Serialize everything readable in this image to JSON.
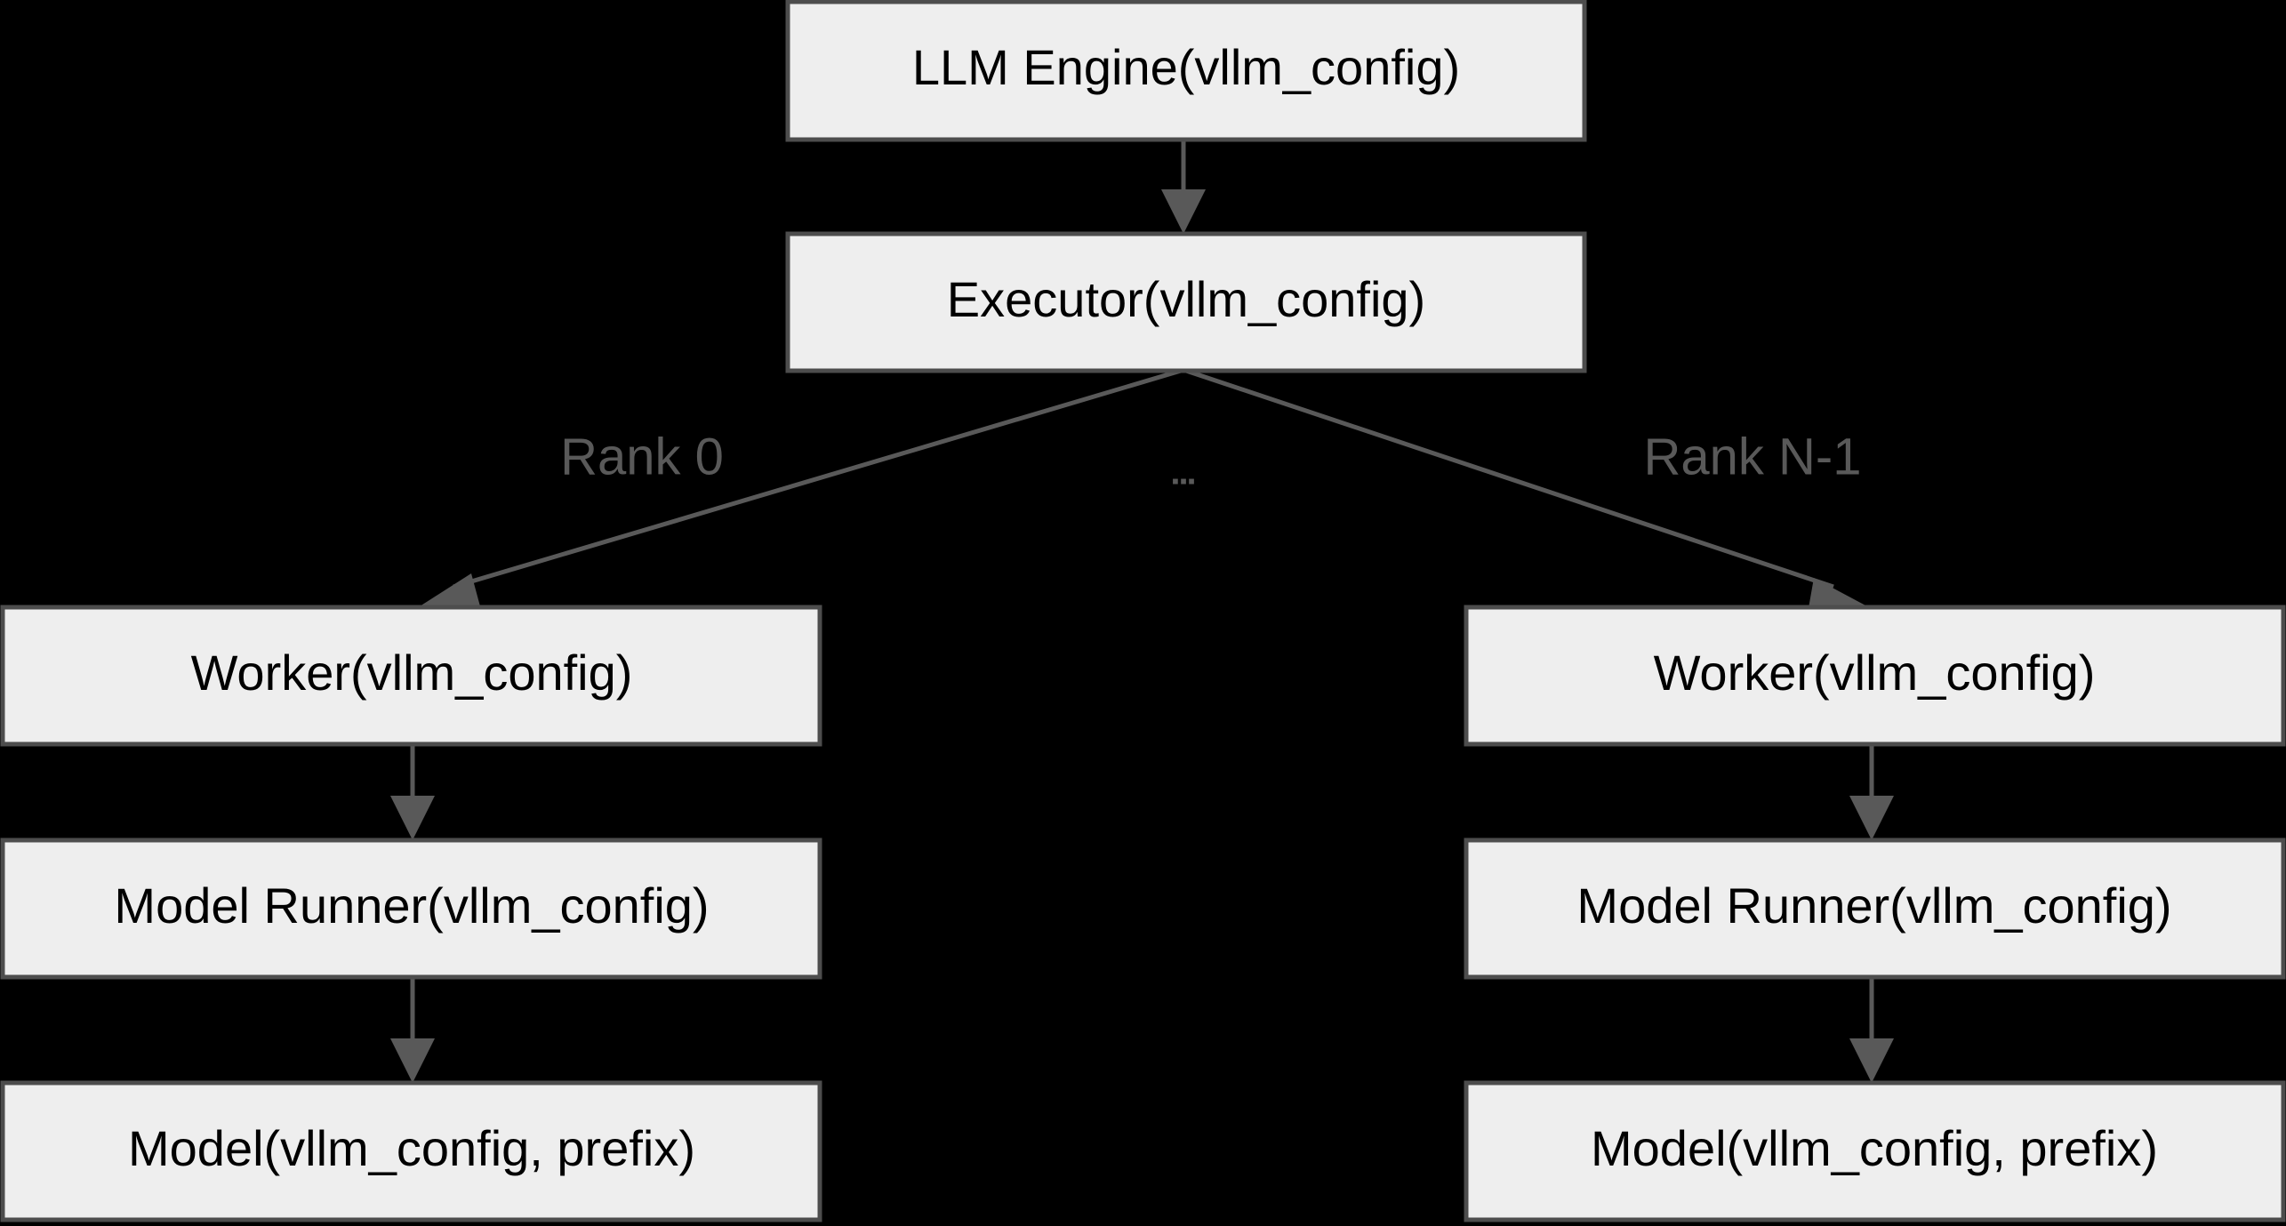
{
  "diagram": {
    "type": "flowchart",
    "background_color": "#000000",
    "node_fill": "#eeeeee",
    "node_border": "#4d4d4d",
    "node_text_color": "#000000",
    "edge_color": "#595959",
    "nodes": [
      {
        "id": "llm-engine",
        "label": "LLM Engine(vllm_config)"
      },
      {
        "id": "executor",
        "label": "Executor(vllm_config)"
      },
      {
        "id": "worker-rank0",
        "label": "Worker(vllm_config)"
      },
      {
        "id": "model-runner-rank0",
        "label": "Model Runner(vllm_config)"
      },
      {
        "id": "model-rank0",
        "label": "Model(vllm_config, prefix)"
      },
      {
        "id": "worker-rankn",
        "label": "Worker(vllm_config)"
      },
      {
        "id": "model-runner-rankn",
        "label": "Model Runner(vllm_config)"
      },
      {
        "id": "model-rankn",
        "label": "Model(vllm_config, prefix)"
      }
    ],
    "edges": [
      {
        "id": "edge-engine-executor",
        "from": "llm-engine",
        "to": "executor",
        "label": ""
      },
      {
        "id": "edge-executor-worker-rank0",
        "from": "executor",
        "to": "worker-rank0",
        "label": "Rank 0"
      },
      {
        "id": "edge-executor-ellipsis",
        "from": "executor",
        "to": "",
        "label": "..."
      },
      {
        "id": "edge-executor-worker-rankn",
        "from": "executor",
        "to": "worker-rankn",
        "label": "Rank N-1"
      },
      {
        "id": "edge-worker-runner-rank0",
        "from": "worker-rank0",
        "to": "model-runner-rank0",
        "label": ""
      },
      {
        "id": "edge-runner-model-rank0",
        "from": "model-runner-rank0",
        "to": "model-rank0",
        "label": ""
      },
      {
        "id": "edge-worker-runner-rankn",
        "from": "worker-rankn",
        "to": "model-runner-rankn",
        "label": ""
      },
      {
        "id": "edge-runner-model-rankn",
        "from": "model-runner-rankn",
        "to": "model-rankn",
        "label": ""
      }
    ]
  }
}
